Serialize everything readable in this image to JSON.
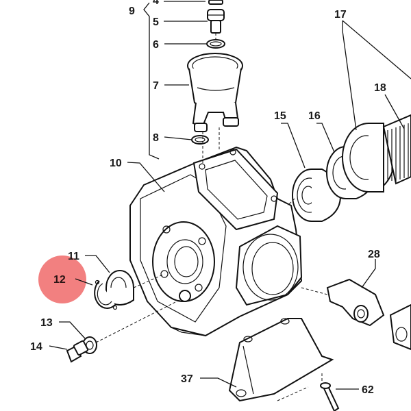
{
  "callouts": [
    {
      "id": "4",
      "text": "4"
    },
    {
      "id": "5",
      "text": "5"
    },
    {
      "id": "6",
      "text": "6"
    },
    {
      "id": "7",
      "text": "7"
    },
    {
      "id": "8",
      "text": "8"
    },
    {
      "id": "9",
      "text": "9"
    },
    {
      "id": "10",
      "text": "10"
    },
    {
      "id": "11",
      "text": "11"
    },
    {
      "id": "12",
      "text": "12"
    },
    {
      "id": "13",
      "text": "13"
    },
    {
      "id": "14",
      "text": "14"
    },
    {
      "id": "15",
      "text": "15"
    },
    {
      "id": "16",
      "text": "16"
    },
    {
      "id": "17",
      "text": "17"
    },
    {
      "id": "18",
      "text": "18"
    },
    {
      "id": "28",
      "text": "28"
    },
    {
      "id": "37",
      "text": "37"
    },
    {
      "id": "62",
      "text": "62"
    }
  ],
  "highlight": {
    "target": "12",
    "color": "#f06a6a"
  },
  "colors": {
    "ink": "#111111",
    "background": "#ffffff"
  }
}
